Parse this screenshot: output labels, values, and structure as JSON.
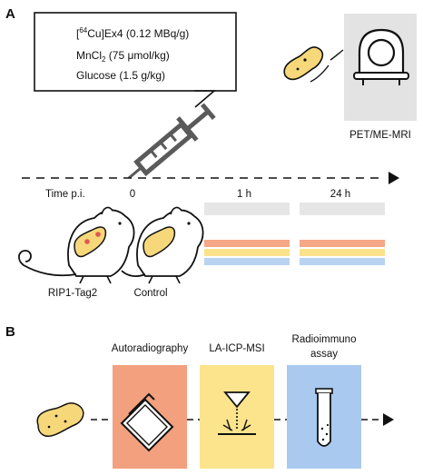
{
  "panel_a": {
    "letter": "A",
    "injection": {
      "line1_iso": "64",
      "line1_pre": "[",
      "line1_post": "Cu]Ex4 (0.12 MBq/g)",
      "line2_pre": "MnCl",
      "line2_sub": "2",
      "line2_post": " (75 μmol/kg)",
      "line3": "Glucose (1.5 g/kg)"
    },
    "scanner_label": "PET/ME-MRI",
    "timeline": {
      "label": "Time p.i.",
      "ticks": [
        "0",
        "1 h",
        "24 h"
      ]
    },
    "mice": [
      "RIP1-Tag2",
      "Control"
    ],
    "colors": {
      "grey_bar": "#e6e6e6",
      "orange": "#f4a886",
      "yellow": "#fbe28a",
      "blue": "#b9d3f0",
      "pancreas": "#f6d77a",
      "tumor": "#e0584e",
      "scanner_bg": "#e3e3e3"
    }
  },
  "panel_b": {
    "letter": "B",
    "steps": [
      {
        "label": "Autoradiography",
        "color": "#f2a07e",
        "icon": "scanner-icon"
      },
      {
        "label": "LA-ICP-MSI",
        "color": "#fbe48c",
        "icon": "laser-ablation-icon"
      },
      {
        "label_line1": "Radioimmuno",
        "label_line2": "assay",
        "color": "#a9c9ef",
        "icon": "test-tube-icon"
      }
    ]
  }
}
